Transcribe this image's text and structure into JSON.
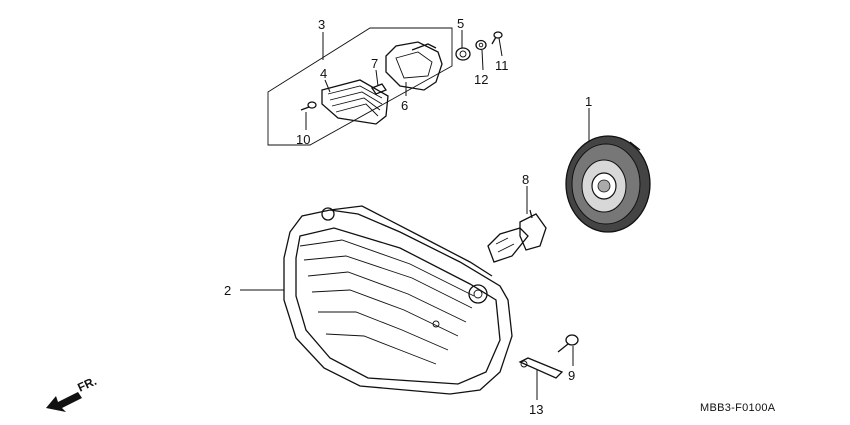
{
  "diagram": {
    "callouts": {
      "c1": "1",
      "c2": "2",
      "c3": "3",
      "c4": "4",
      "c5": "5",
      "c6": "6",
      "c7": "7",
      "c8": "8",
      "c9": "9",
      "c10": "10",
      "c11": "11",
      "c12": "12",
      "c13": "13"
    },
    "direction_label": "FR.",
    "diagram_code": "MBB3-F0100A"
  }
}
